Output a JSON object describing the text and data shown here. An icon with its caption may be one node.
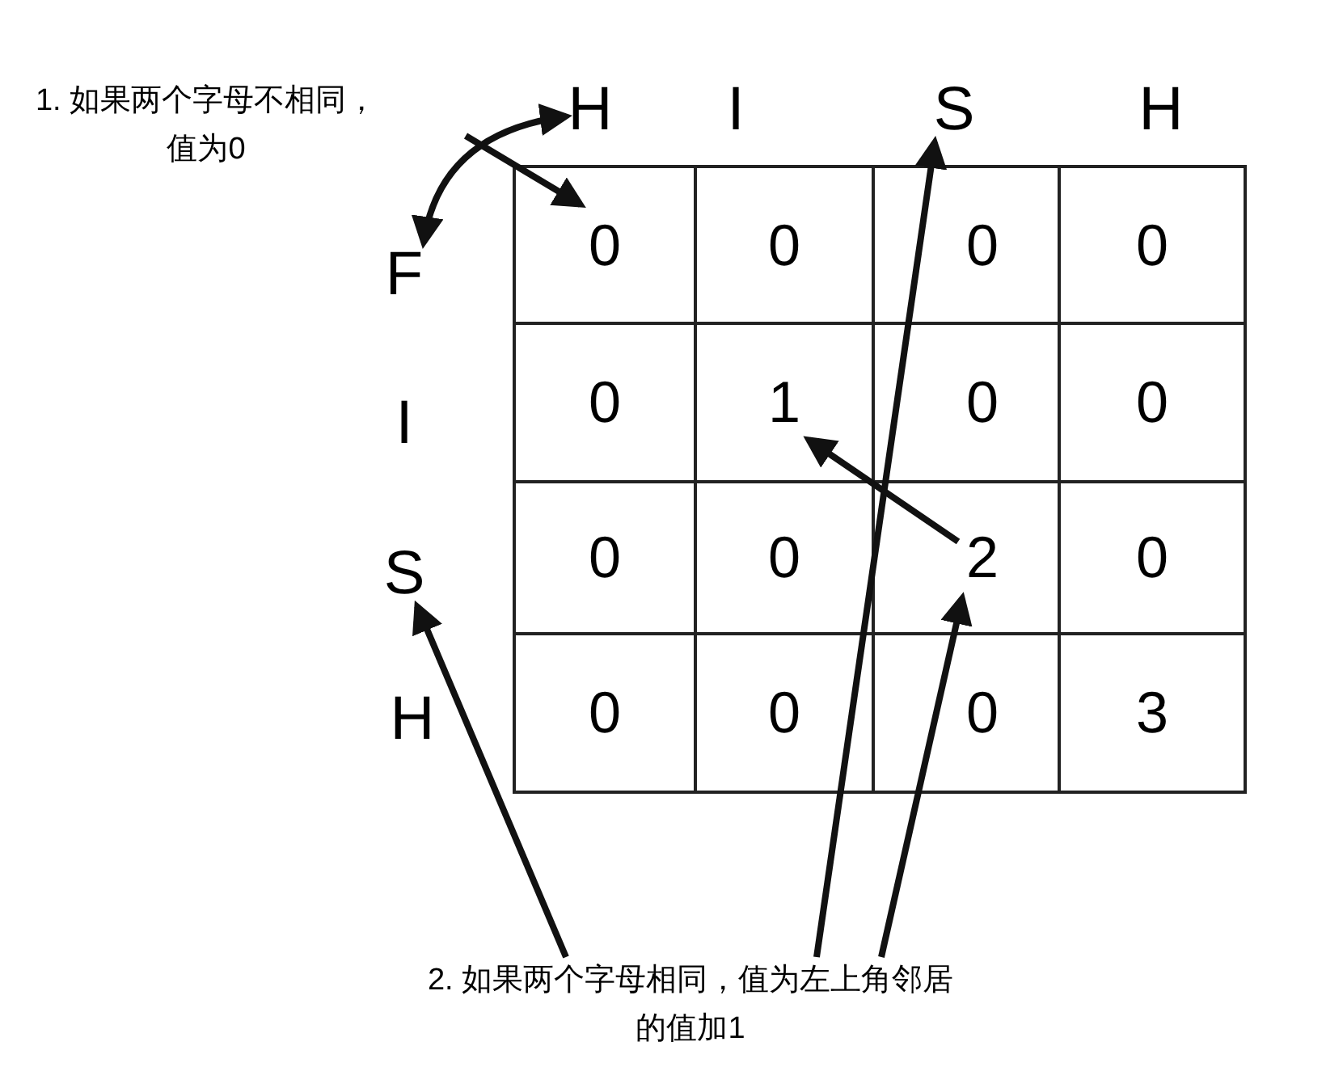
{
  "diagram": {
    "nodes": [
      {
        "text": [
          "1. 如果两个字母不相同，值为0"
        ]
      },
      {
        "text": [
          "2. 如果两个字母相同，值为左上角邻居的值加1"
        ]
      },
      {
        "text": [
          "H"
        ]
      },
      {
        "text": [
          "I"
        ]
      },
      {
        "text": [
          "S"
        ]
      },
      {
        "text": [
          "H"
        ]
      },
      {
        "text": [
          "F"
        ]
      },
      {
        "text": [
          "I"
        ]
      },
      {
        "text": [
          "S"
        ]
      },
      {
        "text": [
          "H"
        ]
      },
      {
        "text": [
          "0"
        ]
      },
      {
        "text": [
          "0"
        ]
      },
      {
        "text": [
          "0"
        ]
      },
      {
        "text": [
          "0"
        ]
      },
      {
        "text": [
          "0"
        ]
      },
      {
        "text": [
          "1"
        ]
      },
      {
        "text": [
          "0"
        ]
      },
      {
        "text": [
          "0"
        ]
      },
      {
        "text": [
          "0"
        ]
      },
      {
        "text": [
          "0"
        ]
      },
      {
        "text": [
          "2"
        ]
      },
      {
        "text": [
          "0"
        ]
      },
      {
        "text": [
          "0"
        ]
      },
      {
        "text": [
          "0"
        ]
      },
      {
        "text": [
          "0"
        ]
      },
      {
        "text": [
          "3"
        ]
      }
    ],
    "edges": [
      {
        "from": 6,
        "to": 2,
        "arrow": "both"
      },
      {
        "from": null,
        "to": 10,
        "arrow": "to"
      },
      {
        "from": 1,
        "to": 8,
        "arrow": "to"
      },
      {
        "from": 1,
        "to": 4,
        "arrow": "to"
      },
      {
        "from": 1,
        "to": 20,
        "arrow": "to"
      },
      {
        "from": 20,
        "to": 15,
        "arrow": "to"
      }
    ]
  }
}
